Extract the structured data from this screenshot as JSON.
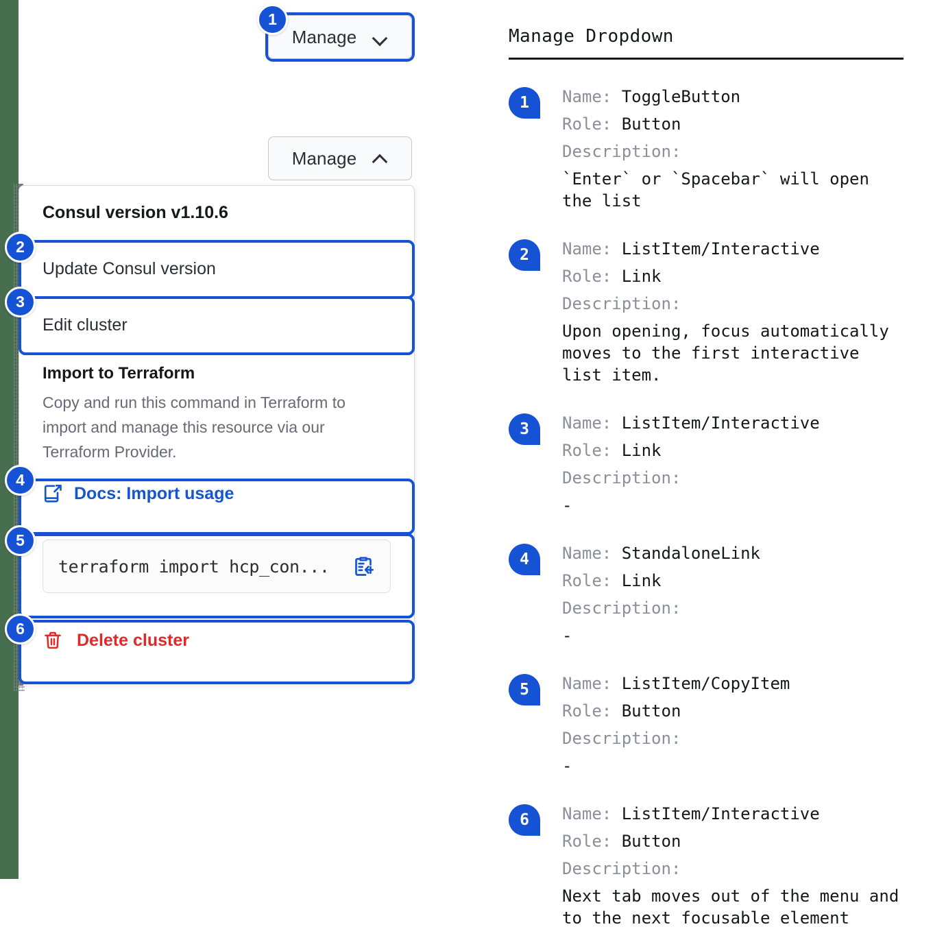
{
  "left": {
    "toggle_collapsed": {
      "label": "Manage",
      "icon": "chevron-down-icon"
    },
    "toggle_expanded": {
      "label": "Manage",
      "icon": "chevron-up-icon"
    },
    "dropdown": {
      "version_label": "Consul version v1.10.6",
      "update_label": "Update Consul version",
      "edit_label": "Edit cluster",
      "terraform_title": "Import to Terraform",
      "terraform_desc": "Copy and run this command in Terraform to import and manage this resource via our Terraform Provider.",
      "docs_label": "Docs: Import usage",
      "docs_icon": "external-link-icon",
      "copy_value": "terraform import hcp_con...",
      "copy_icon": "clipboard-copy-icon",
      "delete_label": "Delete cluster",
      "delete_icon": "trash-icon"
    },
    "markers": [
      "1",
      "2",
      "3",
      "4",
      "5",
      "6"
    ]
  },
  "right": {
    "title": "Manage Dropdown",
    "key_name": "Name:",
    "key_role": "Role:",
    "key_description": "Description:",
    "items": [
      {
        "marker": "1",
        "name": "ToggleButton",
        "role": "Button",
        "description": "`Enter` or `Spacebar` will open\nthe list"
      },
      {
        "marker": "2",
        "name": "ListItem/Interactive",
        "role": "Link",
        "description": "Upon opening, focus automatically\nmoves to the first interactive\nlist item."
      },
      {
        "marker": "3",
        "name": "ListItem/Interactive",
        "role": "Link",
        "description": "-"
      },
      {
        "marker": "4",
        "name": "StandaloneLink",
        "role": "Link",
        "description": "-"
      },
      {
        "marker": "5",
        "name": "ListItem/CopyItem",
        "role": "Button",
        "description": "-"
      },
      {
        "marker": "6",
        "name": "ListItem/Interactive",
        "role": "Button",
        "description": "Next tab moves out of the menu and\nto the next focusable element"
      }
    ]
  },
  "colors": {
    "accent": "#1552d4",
    "link": "#1455d4",
    "danger": "#e02a2a",
    "page_edge": "#476e4e",
    "muted": "#656a76"
  }
}
